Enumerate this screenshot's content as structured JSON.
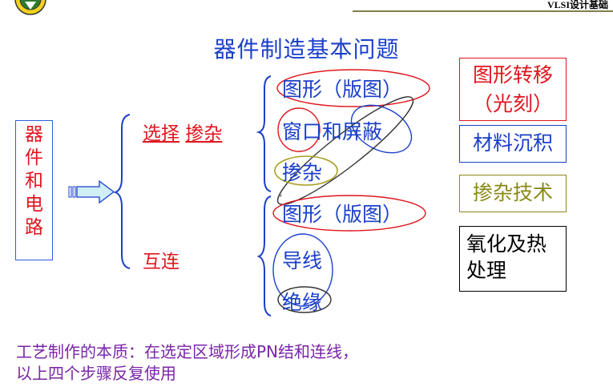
{
  "header": {
    "course": "VLSI设计基础"
  },
  "title": "器件制造基本问题",
  "left_box": {
    "chars": [
      "器",
      "件",
      "和",
      "电",
      "路"
    ]
  },
  "branches": {
    "select": {
      "part1": "选择",
      "part2": "掺杂"
    },
    "connect": "互连"
  },
  "middle": {
    "pattern1": "图形（版图）",
    "window": "窗口和屏蔽",
    "doping": "掺杂",
    "pattern2": "图形（版图）",
    "wire": "导线",
    "insulation": "绝缘"
  },
  "right": {
    "litho_line1": "图形转移",
    "litho_line2": "（光刻）",
    "deposition": "材料沉积",
    "doping_tech": "掺杂技术",
    "oxidation_line1": "氧化及热",
    "oxidation_line2": "处理"
  },
  "footer": {
    "line1": "工艺制作的本质：在选定区域形成PN结和连线，",
    "line2": "以上四个步骤反复使用"
  },
  "colors": {
    "red": "#e0151d",
    "blue": "#1a3fc9",
    "olive": "#8a8a1a",
    "purple": "#7a25a8",
    "black": "#000000"
  }
}
